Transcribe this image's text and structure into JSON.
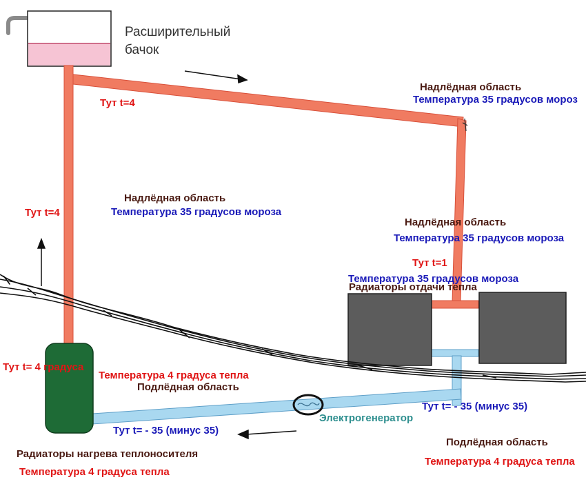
{
  "colors": {
    "hot_pipe": "#f07b61",
    "hot_pipe_edge": "#d8503a",
    "cold_pipe": "#a9d8f0",
    "cold_pipe_edge": "#5e9fc8",
    "tank_fill": "#f6c4d4",
    "heater_fill": "#1e6b36",
    "radiator_fill": "#5c5c5c",
    "ice_line": "#111111"
  },
  "icons": [
    "expansion-tank-icon",
    "heater-icon",
    "radiator-icon",
    "generator-icon",
    "flow-arrow-icon"
  ],
  "labels": {
    "tank_title_line1": "Расширительный",
    "tank_title_line2": "бачок",
    "t_top_pipe": "Тут t=4",
    "t_left_pipe": "Тут t=4",
    "region_top_right_title": "Надлёдная область",
    "region_top_right_temp": "Температура 35 градусов мороз",
    "region_center_title": "Надлёдная область",
    "region_center_temp": "Температура 35 градусов мороза",
    "region_right_title": "Надлёдная область",
    "region_right_temp": "Температура 35 градусов мороза",
    "t_radiator": "Тут t=1",
    "radiator_temp": "Температура 35 градусов мороза",
    "radiator_title": "Радиаторы отдачи тепла",
    "t_heater": "Тут t= 4 градуса",
    "under_left_temp": "Температура 4 градуса тепла",
    "under_left_title": "Подлёдная область",
    "t_cold_right": "Тут t= - 35 (минус 35)",
    "generator": "Электрогенератор",
    "t_cold_left": "Тут t= - 35 (минус 35)",
    "under_right_title": "Подлёдная область",
    "under_right_temp": "Температура 4 градуса тепла",
    "heater_title": "Радиаторы нагрева теплоносителя",
    "heater_temp": "Температура 4 градуса тепла"
  }
}
